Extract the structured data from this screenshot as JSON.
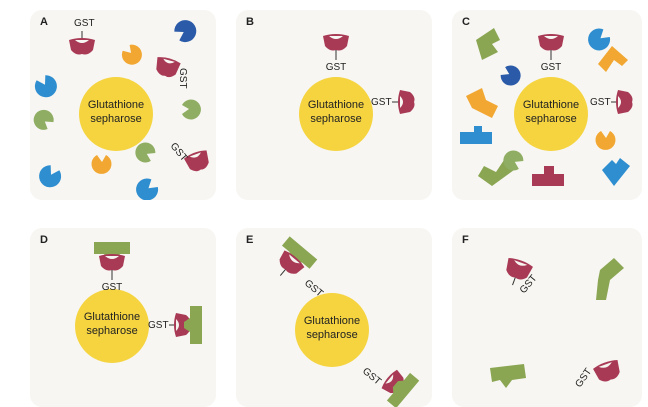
{
  "panels": [
    {
      "label": "A",
      "bead": {
        "line1": "Glutathione",
        "line2": "sepharose"
      },
      "gst_label": "GST"
    },
    {
      "label": "B",
      "bead": {
        "line1": "Glutathione",
        "line2": "sepharose"
      },
      "gst_label": "GST"
    },
    {
      "label": "C",
      "bead": {
        "line1": "Glutathione",
        "line2": "sepharose"
      },
      "gst_label": "GST"
    },
    {
      "label": "D",
      "bead": {
        "line1": "Glutathione",
        "line2": "sepharose"
      },
      "gst_label": "GST"
    },
    {
      "label": "E",
      "bead": {
        "line1": "Glutathione",
        "line2": "sepharose"
      },
      "gst_label": "GST"
    },
    {
      "label": "F",
      "gst_label": "GST"
    }
  ],
  "colors": {
    "panel_bg": "#f7f6f2",
    "bead": "#f5d440",
    "gst": "#a83a55",
    "target_green": "#8aa653",
    "blue": "#2f8ed0",
    "dark_blue": "#2a5aa8",
    "orange": "#f2a732",
    "light_green": "#8fae63"
  }
}
